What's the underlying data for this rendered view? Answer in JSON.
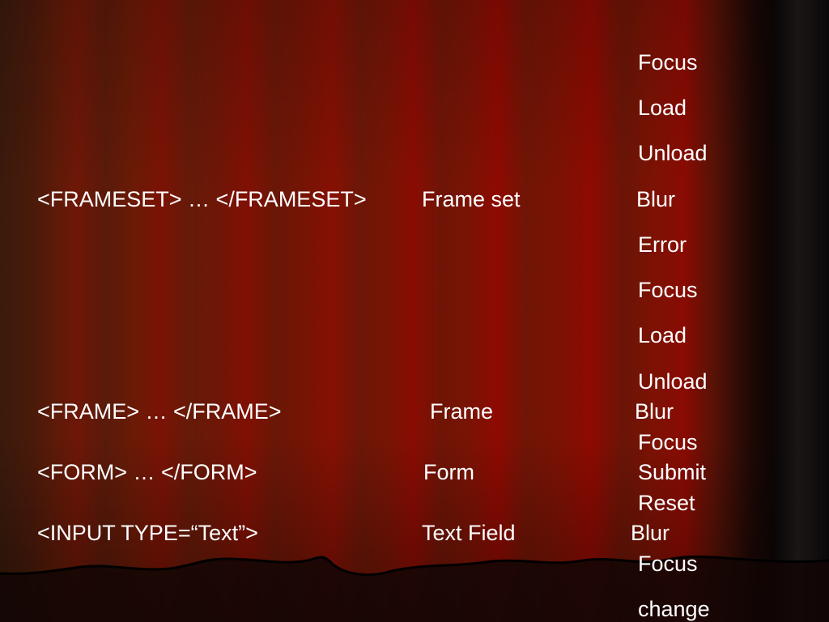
{
  "rows": [
    {
      "tag": "<FRAMESET> … </FRAMESET>",
      "object": "Frame set",
      "events": [
        "Focus",
        "Load",
        "Unload",
        "Blur",
        "Error"
      ]
    },
    {
      "tag": "<FRAME> … </FRAME>",
      "object": "Frame",
      "events": [
        "Focus",
        "Load",
        "Unload",
        "Blur"
      ]
    },
    {
      "tag": "<FORM> … </FORM>",
      "object": "Form",
      "events": [
        "Focus",
        "Submit",
        "Reset"
      ]
    },
    {
      "tag": "<INPUT TYPE=“Text”>",
      "object": "Text Field",
      "events": [
        "Blur",
        "Focus",
        "change"
      ]
    }
  ],
  "colors": {
    "text": "#ffffff",
    "curtain_red": "#8a0c03",
    "curtain_dark": "#0a0808"
  }
}
